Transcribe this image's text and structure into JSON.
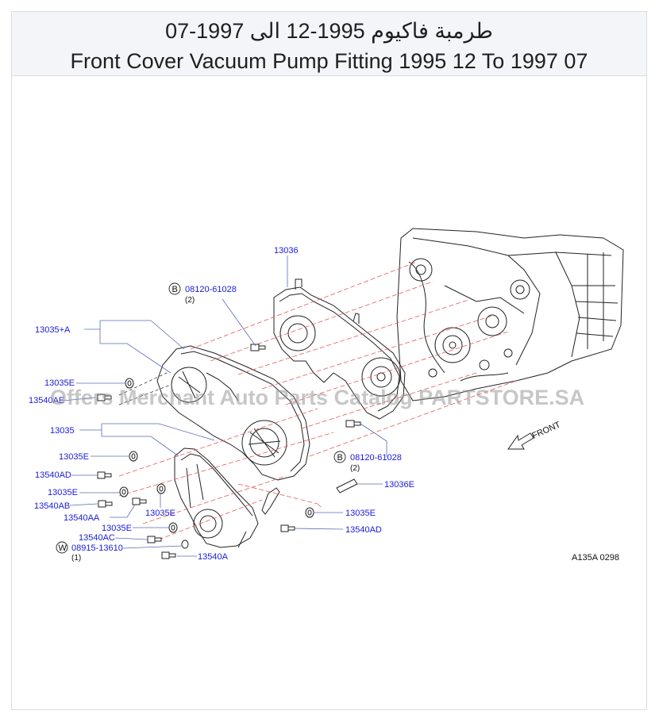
{
  "header": {
    "title_ar": "طرمبة فاكيوم 1995-12 الى 1997-07",
    "title_en": "Front Cover Vacuum Pump Fitting 1995 12 To 1997 07"
  },
  "diagram": {
    "watermark": "Offers Merchant Auto Parts Catalog PARTSTORE.SA",
    "front_label": "FRONT",
    "ref_code": "A135A  0298",
    "callouts": {
      "p13036": "13036",
      "b1_symbol": "B",
      "b1_code": "08120-61028",
      "b1_qty": "(2)",
      "p13035a": "13035+A",
      "p13035e_1": "13035E",
      "p13540ae": "13540AE",
      "p13035": "13035",
      "p13035e_2": "13035E",
      "p13540ad_1": "13540AD",
      "p13035e_3": "13035E",
      "p13540ab": "13540AB",
      "p13035e_4": "13035E",
      "p13540aa": "13540AA",
      "p13035e_5": "13035E",
      "p13540ac": "13540AC",
      "w_symbol": "W",
      "w_code": "08915-13610",
      "w_qty": "(1)",
      "p13540a": "13540A",
      "b2_symbol": "B",
      "b2_code": "08120-61028",
      "b2_qty": "(2)",
      "p13036e": "13036E",
      "p13035e_6": "13035E",
      "p13540ad_2": "13540AD"
    }
  }
}
